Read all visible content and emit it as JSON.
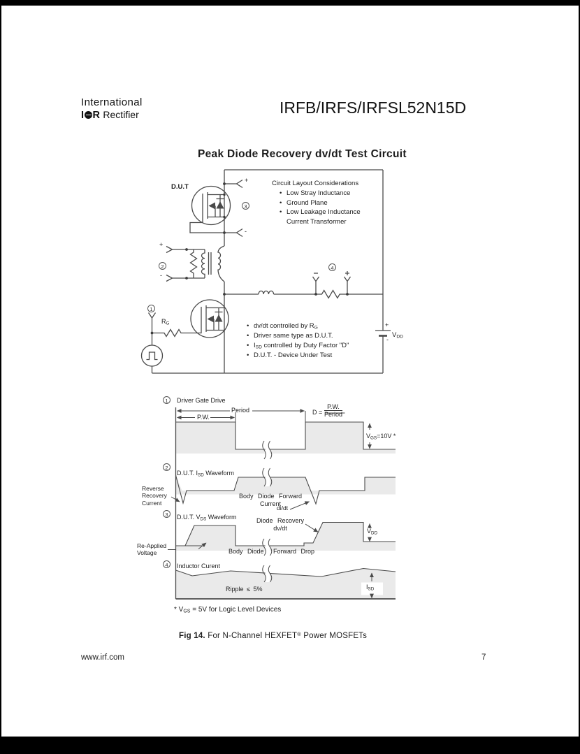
{
  "glyphs": {
    "bullet": "•"
  },
  "header": {
    "logo_top": "International",
    "logo_i": "I",
    "logo_r": "R",
    "logo_rectifier": "Rectifier",
    "part_number": "IRFB/IRFS/IRFSL52N15D"
  },
  "section_title": "Peak Diode Recovery dv/dt Test Circuit",
  "circuit": {
    "dut_label": "D.U.T",
    "markers": {
      "m1": "1",
      "m2": "2",
      "m3": "3",
      "m4": "4"
    },
    "layout": {
      "title": "Circuit Layout Considerations",
      "items": [
        "Low Stray Inductance",
        "Ground Plane",
        "Low Leakage Inductance"
      ],
      "item3_cont": "Current Transformer"
    },
    "notes": [
      {
        "pre": "dv/dt controlled by R",
        "sub": "G",
        "post": ""
      },
      {
        "pre": "Driver same type as D.U.T.",
        "sub": "",
        "post": ""
      },
      {
        "pre": "I",
        "sub": "SD",
        "post": " controlled by Duty Factor \"D\""
      },
      {
        "pre": "D.U.T. - Device Under Test",
        "sub": "",
        "post": ""
      }
    ],
    "rg": {
      "pre": "R",
      "sub": "G"
    },
    "vdd": {
      "pre": "V",
      "sub": "DD"
    },
    "battery_plus": "+",
    "battery_minus": "-",
    "xfmr_plus": "+",
    "xfmr_minus": "-",
    "kelvin_plus": "+",
    "kelvin_minus": "-"
  },
  "waveforms": {
    "w1": {
      "num": "1",
      "label": "Driver Gate Drive",
      "pw": "P.W.",
      "period": "Period",
      "duty_lhs": "D =",
      "duty_num": "P.W.",
      "duty_den": "Period",
      "vgs_pre": "V",
      "vgs_sub": "GS",
      "vgs_post": "=10V *"
    },
    "w2": {
      "num": "2",
      "label_pre": "D.U.T. I",
      "label_sub": "SD",
      "label_post": " Waveform",
      "left_label": "Reverse\nRecovery\nCurrent",
      "mid_label_1": "Body Diode Forward",
      "mid_label_2": "Current",
      "didt": "di/dt"
    },
    "w3": {
      "num": "3",
      "label_pre": "D.U.T. V",
      "label_sub": "DS",
      "label_post": " Waveform",
      "left_label": "Re-Applied\nVoltage",
      "recovery_1": "Diode Recovery",
      "recovery_2": "dv/dt",
      "vdd_pre": "V",
      "vdd_sub": "DD",
      "bottom_1": "Body Diode",
      "bottom_2": "Forward Drop"
    },
    "w4": {
      "num": "4",
      "label": "Inductor Curent",
      "ripple": "Ripple ≤ 5%",
      "isd_pre": "I",
      "isd_sub": "SD"
    }
  },
  "footnote": {
    "pre": "* V",
    "sub": "GS",
    "post": " = 5V for Logic Level Devices"
  },
  "caption": {
    "fig": "Fig 14.",
    "mid": " For N-Channel HEXFET",
    "reg": "®",
    "tail": " Power MOSFETs"
  },
  "footer": {
    "url": "www.irf.com",
    "page": "7"
  }
}
